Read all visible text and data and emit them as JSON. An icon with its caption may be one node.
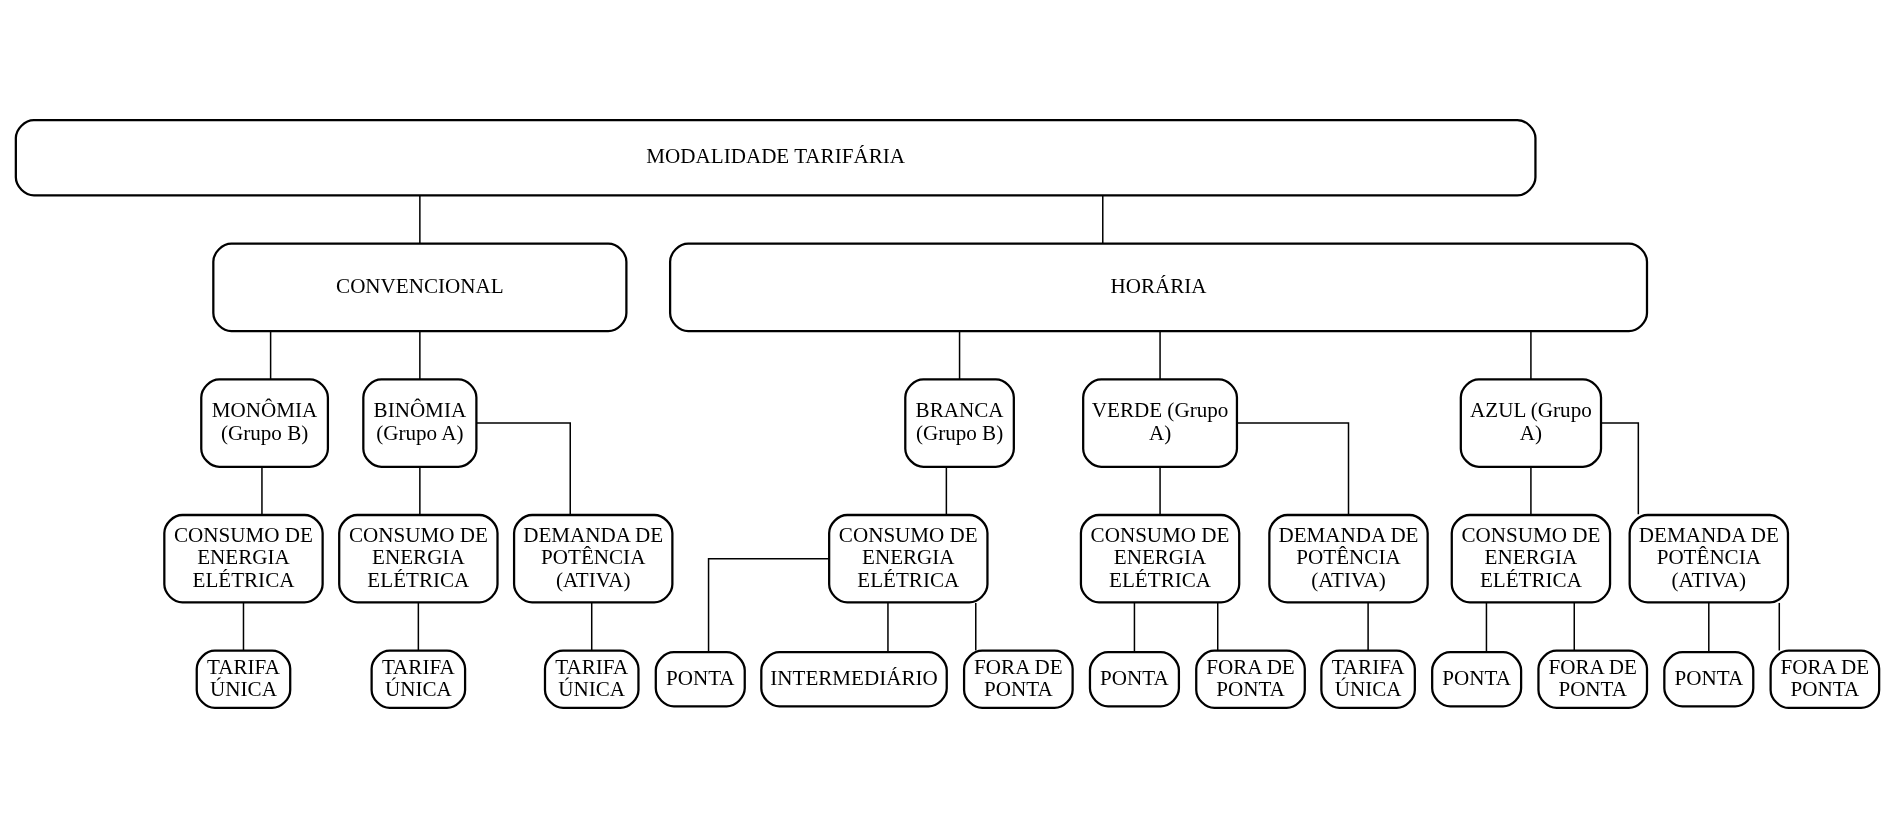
{
  "diagram": {
    "nodes": [
      {
        "text": [
          "MODALIDADE TARIFÁRIA"
        ]
      },
      {
        "text": [
          "CONVENCIONAL"
        ]
      },
      {
        "text": [
          "HORÁRIA"
        ]
      },
      {
        "text": [
          "MONÔMIA (Grupo B)"
        ]
      },
      {
        "text": [
          "BINÔMIA (Grupo A)"
        ]
      },
      {
        "text": [
          "BRANCA (Grupo B)"
        ]
      },
      {
        "text": [
          "VERDE (Grupo A)"
        ]
      },
      {
        "text": [
          "AZUL (Grupo A)"
        ]
      },
      {
        "text": [
          "CONSUMO DE ENERGIA ELÉTRICA"
        ]
      },
      {
        "text": [
          "CONSUMO DE ENERGIA ELÉTRICA"
        ]
      },
      {
        "text": [
          "DEMANDA DE POTÊNCIA (ATIVA)"
        ]
      },
      {
        "text": [
          "CONSUMO DE ENERGIA ELÉTRICA"
        ]
      },
      {
        "text": [
          "CONSUMO DE ENERGIA ELÉTRICA"
        ]
      },
      {
        "text": [
          "DEMANDA DE POTÊNCIA (ATIVA)"
        ]
      },
      {
        "text": [
          "CONSUMO DE ENERGIA ELÉTRICA"
        ]
      },
      {
        "text": [
          "DEMANDA DE POTÊNCIA (ATIVA)"
        ]
      },
      {
        "text": [
          "TARIFA ÚNICA"
        ]
      },
      {
        "text": [
          "TARIFA ÚNICA"
        ]
      },
      {
        "text": [
          "TARIFA ÚNICA"
        ]
      },
      {
        "text": [
          "PONTA"
        ]
      },
      {
        "text": [
          "INTERMEDIÁRIO"
        ]
      },
      {
        "text": [
          "FORA DE PONTA"
        ]
      },
      {
        "text": [
          "PONTA"
        ]
      },
      {
        "text": [
          "FORA DE PONTA"
        ]
      },
      {
        "text": [
          "TARIFA ÚNICA"
        ]
      },
      {
        "text": [
          "PONTA"
        ]
      },
      {
        "text": [
          "FORA DE PONTA"
        ]
      },
      {
        "text": [
          "PONTA"
        ]
      },
      {
        "text": [
          "FORA DE PONTA"
        ]
      }
    ],
    "edges": [
      {
        "from": 0,
        "to": 1,
        "arrow": "none"
      },
      {
        "from": 0,
        "to": 2,
        "arrow": "none"
      },
      {
        "from": 1,
        "to": 3,
        "arrow": "none"
      },
      {
        "from": 1,
        "to": 4,
        "arrow": "none"
      },
      {
        "from": 2,
        "to": 5,
        "arrow": "none"
      },
      {
        "from": 2,
        "to": 6,
        "arrow": "none"
      },
      {
        "from": 2,
        "to": 7,
        "arrow": "none"
      },
      {
        "from": 3,
        "to": 8,
        "arrow": "none"
      },
      {
        "from": 4,
        "to": 9,
        "arrow": "none"
      },
      {
        "from": 4,
        "to": 10,
        "arrow": "none"
      },
      {
        "from": 5,
        "to": 11,
        "arrow": "none"
      },
      {
        "from": 6,
        "to": 12,
        "arrow": "none"
      },
      {
        "from": 6,
        "to": 13,
        "arrow": "none"
      },
      {
        "from": 7,
        "to": 14,
        "arrow": "none"
      },
      {
        "from": 7,
        "to": 15,
        "arrow": "none"
      },
      {
        "from": 8,
        "to": 16,
        "arrow": "none"
      },
      {
        "from": 9,
        "to": 17,
        "arrow": "none"
      },
      {
        "from": 10,
        "to": 18,
        "arrow": "none"
      },
      {
        "from": 11,
        "to": 19,
        "arrow": "none"
      },
      {
        "from": 11,
        "to": 20,
        "arrow": "none"
      },
      {
        "from": 11,
        "to": 21,
        "arrow": "none"
      },
      {
        "from": 12,
        "to": 22,
        "arrow": "none"
      },
      {
        "from": 12,
        "to": 23,
        "arrow": "none"
      },
      {
        "from": 13,
        "to": 24,
        "arrow": "none"
      },
      {
        "from": 14,
        "to": 25,
        "arrow": "none"
      },
      {
        "from": 14,
        "to": 26,
        "arrow": "none"
      },
      {
        "from": 15,
        "to": 27,
        "arrow": "none"
      },
      {
        "from": 15,
        "to": 28,
        "arrow": "none"
      }
    ]
  }
}
